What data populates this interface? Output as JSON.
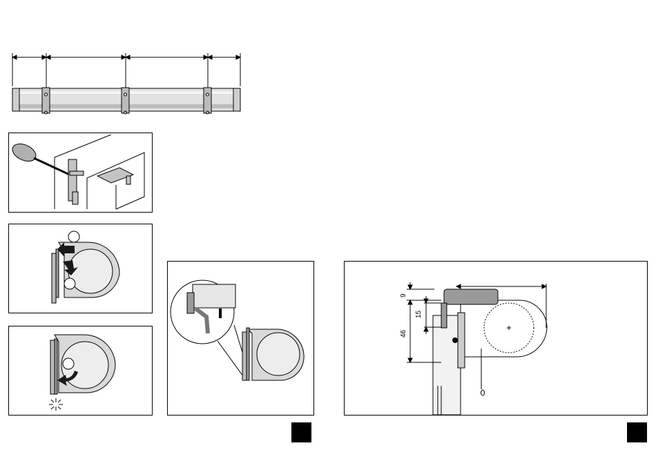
{
  "dimensions": {
    "label_9": "9",
    "label_15": "15",
    "label_46": "46"
  },
  "colors": {
    "line": "#000000",
    "housing": "#d9d9d9",
    "housing_dark": "#a8a8a8",
    "bracket": "#8a8a8a",
    "arrow": "#1a1a1a",
    "page_marker": "#000000"
  },
  "icons": [
    "screwdriver-icon",
    "arrow-left-icon",
    "arrow-down-icon",
    "arrow-curved-icon",
    "click-burst-icon"
  ]
}
